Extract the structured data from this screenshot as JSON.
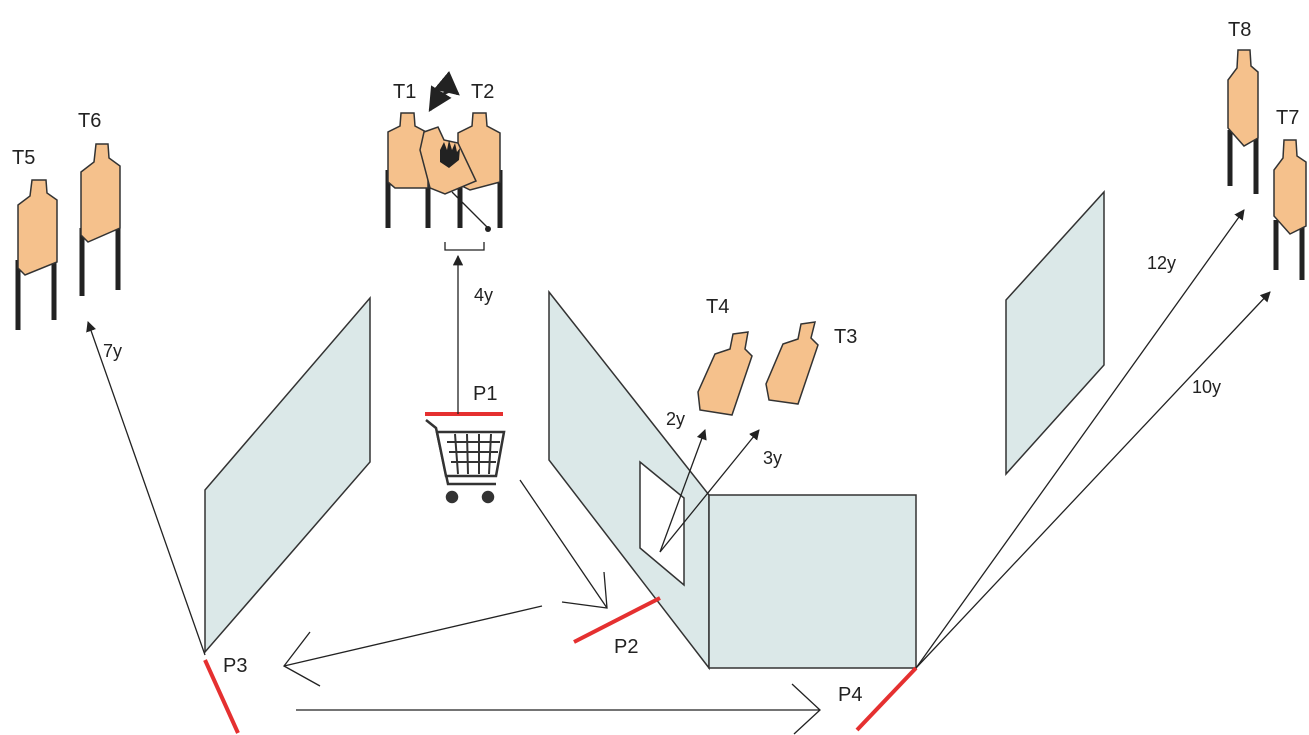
{
  "targets": {
    "t1": "T1",
    "t2": "T2",
    "t3": "T3",
    "t4": "T4",
    "t5": "T5",
    "t6": "T6",
    "t7": "T7",
    "t8": "T8"
  },
  "positions": {
    "p1": "P1",
    "p2": "P2",
    "p3": "P3",
    "p4": "P4"
  },
  "distances": {
    "p1_t1t2": "4y",
    "p3_t5t6": "7y",
    "p2_t4": "2y",
    "p2_t3": "3y",
    "p4_t8": "12y",
    "p4_t7": "10y"
  },
  "colors": {
    "target": "#f5c18c",
    "wall": "#dbe8e8",
    "shooting_box": "#e53030"
  }
}
